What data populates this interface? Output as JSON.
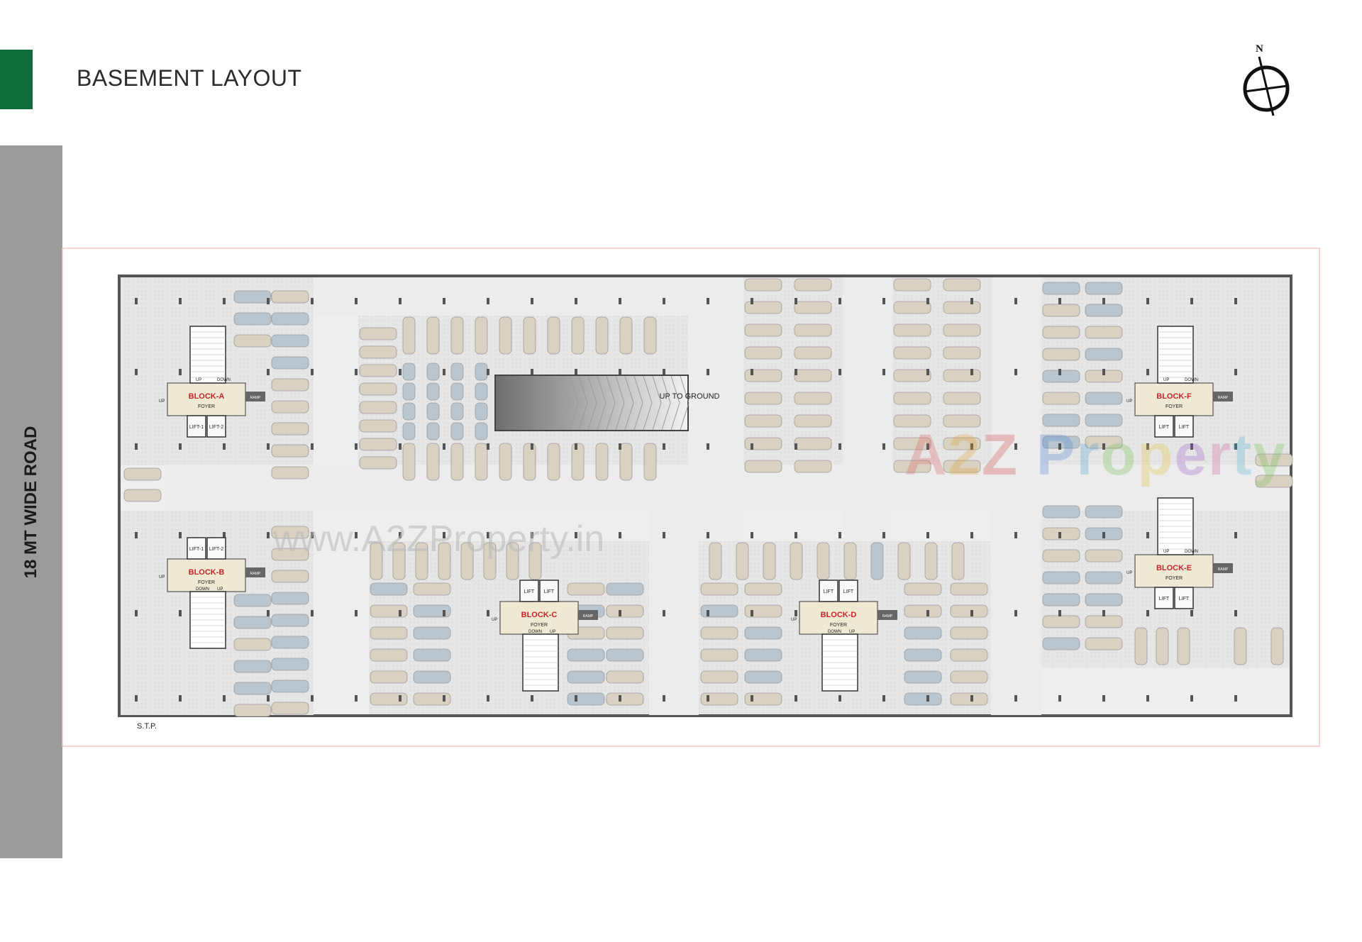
{
  "page": {
    "title": "BASEMENT LAYOUT",
    "accent_color": "#0d6b3c"
  },
  "road": {
    "label": "18 MT WIDE ROAD"
  },
  "compass": {
    "north_label": "N",
    "icon": "north-arrow-icon"
  },
  "ramp_label": "UP TO GROUND",
  "stp_label": "S.T.P.",
  "blocks": [
    {
      "name": "BLOCK-A",
      "foyer": "FOYER",
      "lifts": [
        "LIFT-1",
        "LIFT-2"
      ],
      "stairs": [
        "UP",
        "DOWN"
      ],
      "side": "UP",
      "ramp": "RAMP"
    },
    {
      "name": "BLOCK-B",
      "foyer": "FOYER",
      "lifts": [
        "LIFT-1",
        "LIFT-2"
      ],
      "stairs": [
        "DOWN",
        "UP"
      ],
      "side": "UP",
      "ramp": "RAMP"
    },
    {
      "name": "BLOCK-C",
      "foyer": "FOYER",
      "lifts": [
        "LIFT",
        "LIFT"
      ],
      "stairs": [
        "DOWN",
        "UP"
      ],
      "side": "UP",
      "ramp": "RAMP"
    },
    {
      "name": "BLOCK-D",
      "foyer": "FOYER",
      "lifts": [
        "LIFT",
        "LIFT"
      ],
      "stairs": [
        "DOWN",
        "UP"
      ],
      "side": "UP",
      "ramp": "RAMP"
    },
    {
      "name": "BLOCK-E",
      "foyer": "FOYER",
      "lifts": [
        "LIFT",
        "LIFT"
      ],
      "stairs": [
        "UP",
        "DOWN"
      ],
      "side": "UP",
      "ramp": "RAMP"
    },
    {
      "name": "BLOCK-F",
      "foyer": "FOYER",
      "lifts": [
        "LIFT",
        "LIFT"
      ],
      "stairs": [
        "UP",
        "DOWN"
      ],
      "side": "UP",
      "ramp": "RAMP"
    }
  ],
  "watermark": {
    "logo": "A2Z Property",
    "url": "www.A2ZProperty.in"
  },
  "colors": {
    "car_beige": "#d9d2c3",
    "car_blue": "#b9c6cf",
    "block_red": "#c8242b",
    "foyer_fill": "#efe9d4"
  }
}
